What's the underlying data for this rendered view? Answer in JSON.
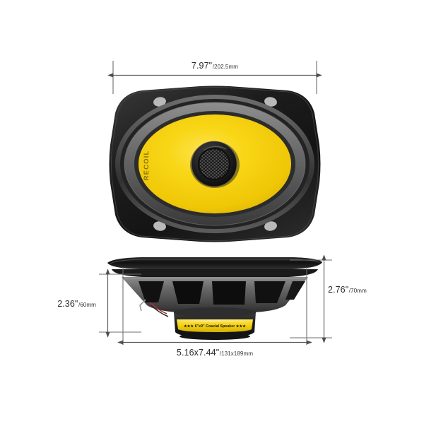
{
  "product": {
    "brand": "RECOIL",
    "magnet_label": "★★★ 6\"x9\" Coaxial Speaker ★★★"
  },
  "dimensions": {
    "width_top": {
      "imperial": "7.97\"",
      "metric": "/202.5mm"
    },
    "depth_left": {
      "imperial": "2.36\"",
      "metric": "/60mm"
    },
    "depth_right": {
      "imperial": "2.76\"",
      "metric": "/70mm"
    },
    "cutout_bottom": {
      "imperial": "5.16x7.44\"",
      "metric": "/131x189mm"
    }
  },
  "colors": {
    "cone_yellow": "#F5D009",
    "frame_black": "#1c1c1c",
    "surround_gray": "#4a4a4a",
    "dimension_line": "#5a5a5a",
    "background": "#ffffff"
  }
}
